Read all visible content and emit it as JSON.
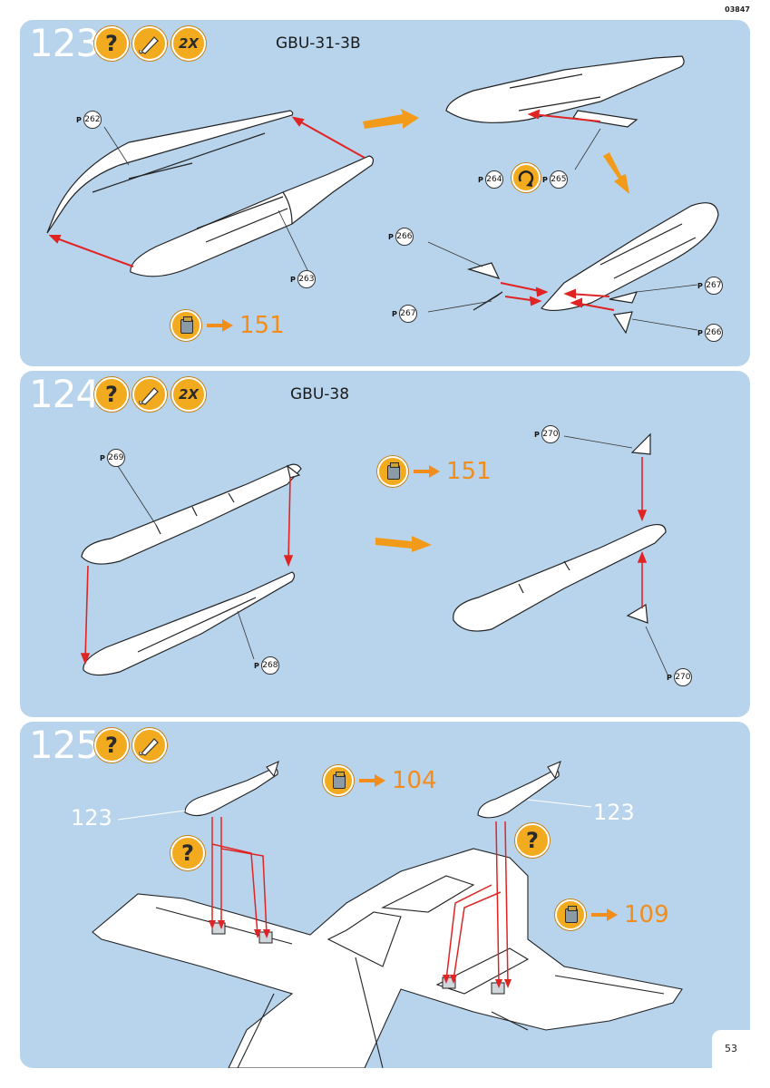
{
  "header": {
    "code": "03847"
  },
  "steps": [
    {
      "number": "123",
      "multiplier": "2X",
      "title": "GBU-31-3B",
      "parts": [
        "262",
        "263",
        "264",
        "265",
        "266",
        "267",
        "267",
        "266"
      ],
      "paint_ref": "151"
    },
    {
      "number": "124",
      "multiplier": "2X",
      "title": "GBU-38",
      "parts": [
        "269",
        "268",
        "270",
        "270"
      ],
      "paint_ref": "151"
    },
    {
      "number": "125",
      "sub_labels": [
        "123",
        "123"
      ],
      "paint_refs": [
        "104",
        "109"
      ]
    }
  ],
  "part_prefix": "P",
  "help_glyph": "?",
  "icons": [
    "question-icon",
    "glue-icon",
    "paint-pot-icon",
    "rotate-icon"
  ],
  "colors": {
    "panel": "#b8d4ec",
    "badge": "#f2aa1f",
    "accent": "#f28c1a",
    "assembly": "#e02424"
  },
  "footer": {
    "page": "53"
  }
}
